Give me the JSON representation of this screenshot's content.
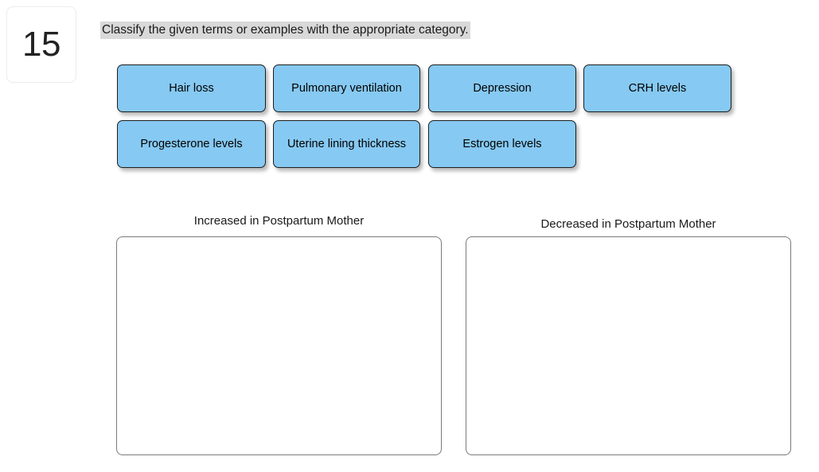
{
  "question": {
    "number": "15",
    "instruction": "Classify the given terms or examples with the appropriate category."
  },
  "tiles": [
    {
      "label": "Hair loss"
    },
    {
      "label": "Pulmonary ventilation"
    },
    {
      "label": "Depression"
    },
    {
      "label": "CRH levels"
    },
    {
      "label": "Progesterone levels"
    },
    {
      "label": "Uterine lining thickness"
    },
    {
      "label": "Estrogen levels"
    }
  ],
  "zones": [
    {
      "title": "Increased in Postpartum Mother",
      "items": []
    },
    {
      "title": "Decreased in Postpartum Mother",
      "items": []
    }
  ],
  "colors": {
    "tile_fill": "#86c9f2",
    "tile_border": "#1d1d1d",
    "highlight": "#d9d9d9",
    "zone_border": "#7a7a7a",
    "card_border": "#ececec",
    "text": "#1a1a1a"
  }
}
